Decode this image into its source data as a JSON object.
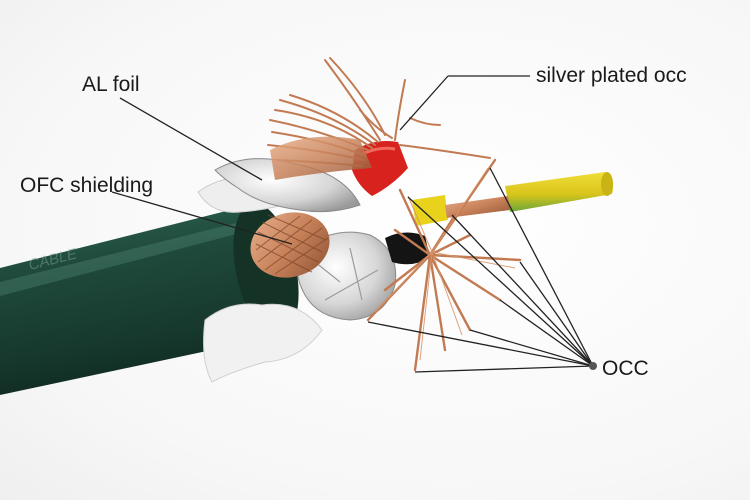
{
  "labels": {
    "al_foil": "AL foil",
    "ofc_shielding": "OFC shielding",
    "silver_plated": "silver plated  occ",
    "occ": "OCC"
  },
  "cable": {
    "jacket_print": "CABLE"
  },
  "colors": {
    "jacket": "#1f4a3c",
    "copper": "#c8825a",
    "red_insulation": "#d8221e",
    "yellow_insulation": "#e8d21c",
    "green_insulation": "#3f9a3a",
    "black_insulation": "#141414",
    "foil": "#d9d9d9",
    "leader_line": "#222222",
    "label_text": "#1a1a1a"
  }
}
